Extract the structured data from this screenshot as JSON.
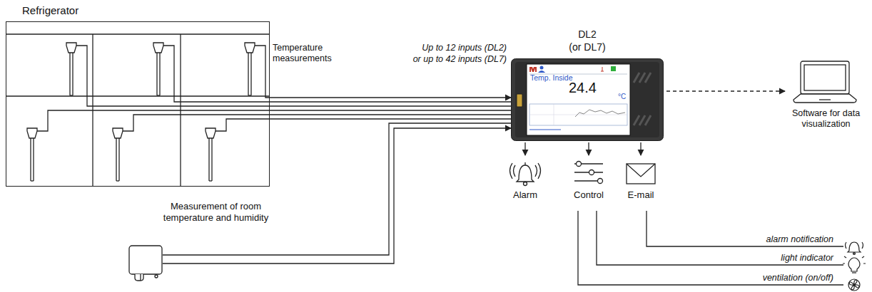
{
  "diagram": {
    "nodes": [
      {
        "text": [
          "Refrigerator"
        ]
      },
      {
        "text": [
          "DL2",
          "(or DL7)"
        ]
      },
      {
        "text": [
          "Software for data visualization"
        ]
      },
      {
        "text": [
          "Measurement of room temperature and humidity"
        ]
      },
      {
        "text": [
          "Alarm"
        ]
      },
      {
        "text": [
          "Control"
        ]
      },
      {
        "text": [
          "E-mail"
        ]
      }
    ],
    "edges": [
      {
        "from": 0,
        "to": 1,
        "arrow": "to",
        "label": "Temperature measurements"
      },
      {
        "from": 3,
        "to": 1,
        "arrow": "to"
      },
      {
        "from": 1,
        "to": 2,
        "arrow": "to"
      },
      {
        "from": 1,
        "to": 4,
        "arrow": "to"
      },
      {
        "from": 1,
        "to": 5,
        "arrow": "to"
      },
      {
        "from": 1,
        "to": 6,
        "arrow": "to"
      }
    ],
    "labels": [
      "Up to 12 inputs (DL2)",
      "or up to 42 inputs (DL7)",
      "Temp. Inside",
      "24.4",
      "°C",
      "alarm notification",
      "light indicator",
      "ventilation (on/off)"
    ]
  }
}
